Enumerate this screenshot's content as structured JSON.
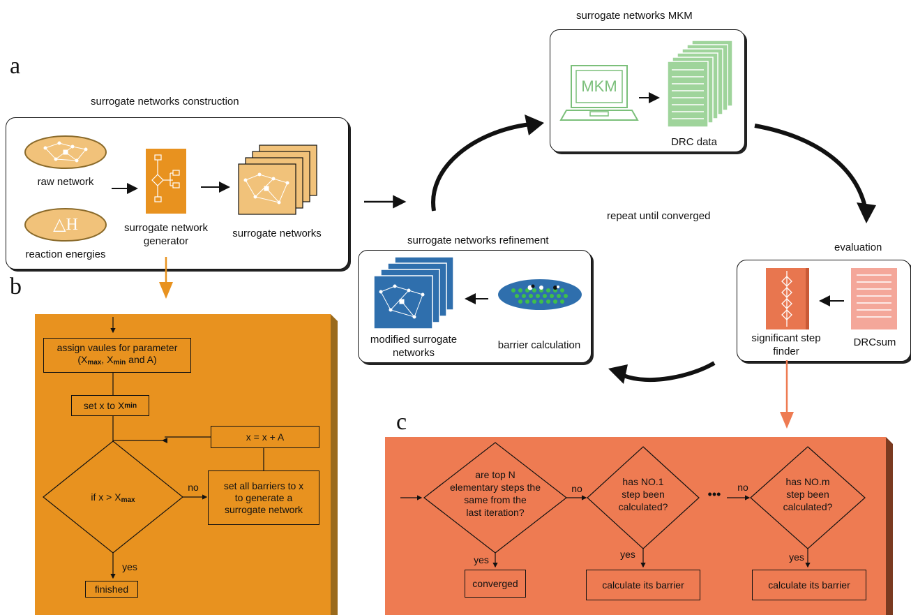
{
  "panels": {
    "a": "a",
    "b": "b",
    "c": "c"
  },
  "construction": {
    "title": "surrogate networks construction",
    "raw_network": "raw network",
    "delta_h": "△H",
    "reaction_energies": "reaction energies",
    "generator_line1": "surrogate network",
    "generator_line2": "generator",
    "surrogate_networks": "surrogate networks"
  },
  "mkm": {
    "title": "surrogate networks MKM",
    "screen_text": "MKM",
    "drc_data": "DRC data"
  },
  "loop": {
    "repeat": "repeat until converged"
  },
  "evaluation": {
    "title": "evaluation",
    "finder_line1": "significant step",
    "finder_line2": "finder",
    "drcsum": "DRCsum"
  },
  "refinement": {
    "title": "surrogate networks refinement",
    "modified_line1": "modified surrogate",
    "modified_line2": "networks",
    "barrier": "barrier calculation"
  },
  "flow_b": {
    "assign_line1": "assign vaules for parameter",
    "assign_x": "(X",
    "assign_max": "max",
    "assign_mid": ", X",
    "assign_min": "min",
    "assign_end": " and A)",
    "set_x": "set x to X",
    "set_min": "min",
    "increment": "x = x + A",
    "condition": "if x > X",
    "condition_max": "max",
    "no": "no",
    "yes": "yes",
    "set_barriers_1": "set all barriers to x",
    "set_barriers_2": "to generate a",
    "set_barriers_3": "surrogate network",
    "finished": "finished"
  },
  "flow_c": {
    "q1_1": "are top N",
    "q1_2": "elementary steps the",
    "q1_3": "same from the",
    "q1_4": "last iteration?",
    "q2_1": "has NO.1",
    "q2_2": "step been",
    "q2_3": "calculated?",
    "q3_1": "has NO.m",
    "q3_2": "step been",
    "q3_3": "calculated?",
    "no1": "no",
    "no2": "no",
    "yes1": "yes",
    "yes2": "yes",
    "yes3": "yes",
    "dots": "•••",
    "converged": "converged",
    "calc1": "calculate its barrier",
    "calc2": "calculate its barrier"
  },
  "colors": {
    "orange": "#e8921f",
    "coral": "#ee7b52",
    "tan": "#f1c27a",
    "green": "#9fd49b",
    "blue": "#2f6fad",
    "pink": "#f4a79a"
  }
}
